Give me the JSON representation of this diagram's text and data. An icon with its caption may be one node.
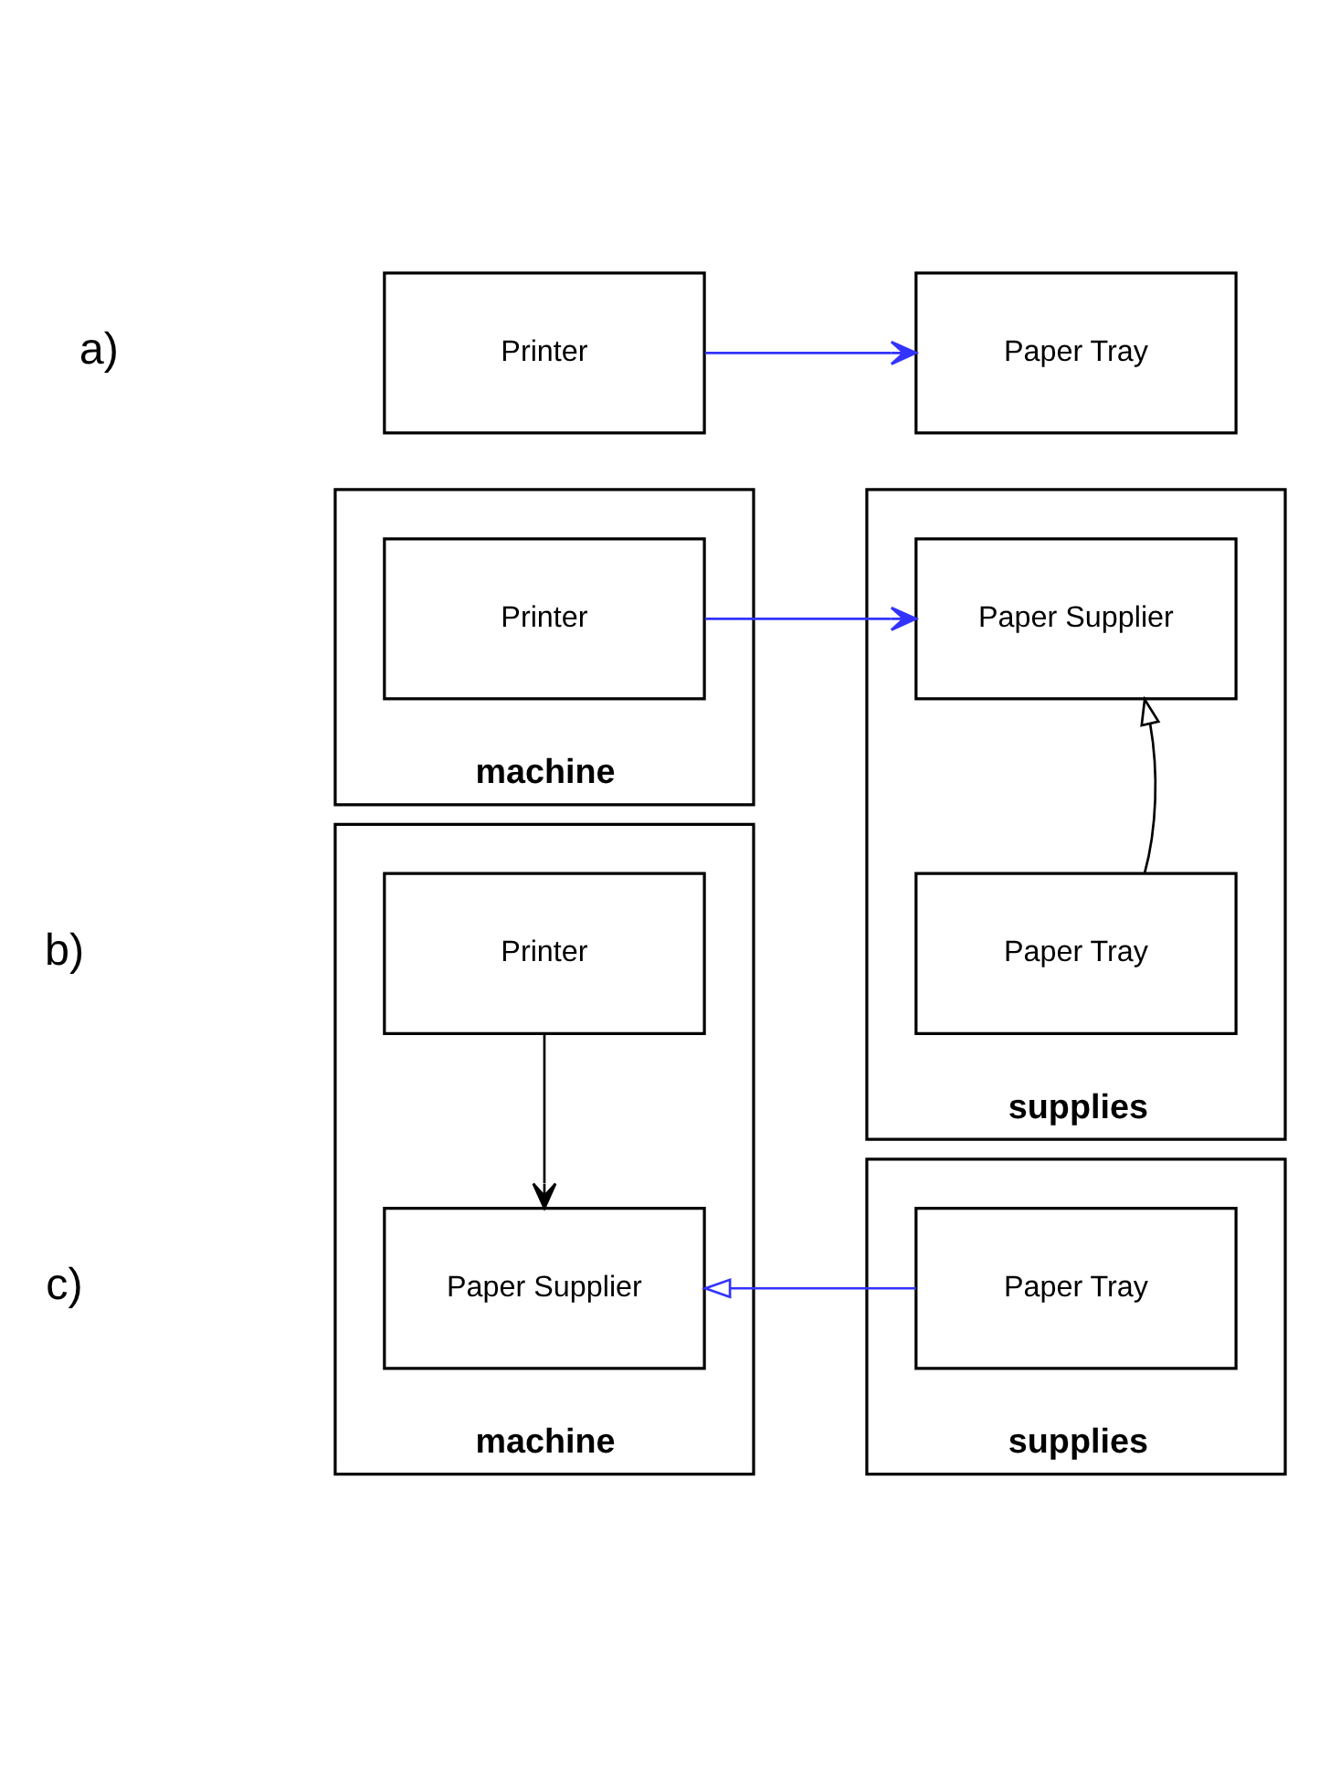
{
  "diagram": {
    "nodes": [
      {
        "text": [
          "Printer"
        ]
      },
      {
        "text": [
          "Paper Tray"
        ]
      },
      {
        "text": [
          "machine"
        ]
      },
      {
        "text": [
          "Printer"
        ],
        "in": 2
      },
      {
        "text": [
          "supplies"
        ]
      },
      {
        "text": [
          "Paper Supplier"
        ],
        "in": 4
      },
      {
        "text": [
          "Paper Tray"
        ],
        "in": 4
      },
      {
        "text": [
          "machine"
        ]
      },
      {
        "text": [
          "Printer"
        ],
        "in": 7
      },
      {
        "text": [
          "Paper Supplier"
        ],
        "in": 7
      },
      {
        "text": [
          "supplies"
        ]
      },
      {
        "text": [
          "Paper Tray"
        ],
        "in": 10
      }
    ],
    "edges": [
      {
        "from": 0,
        "to": 1,
        "arrow": "to",
        "color": "#3333ff"
      },
      {
        "from": 3,
        "to": 5,
        "arrow": "to",
        "color": "#3333ff"
      },
      {
        "from": 6,
        "to": 5,
        "arrow": "to",
        "color": "#000000"
      },
      {
        "from": 8,
        "to": 9,
        "arrow": "to",
        "color": "#000000"
      },
      {
        "from": 11,
        "to": 9,
        "arrow": "to",
        "color": "#3333ff"
      }
    ],
    "labels": [
      "a)",
      "b)",
      "c)"
    ]
  }
}
